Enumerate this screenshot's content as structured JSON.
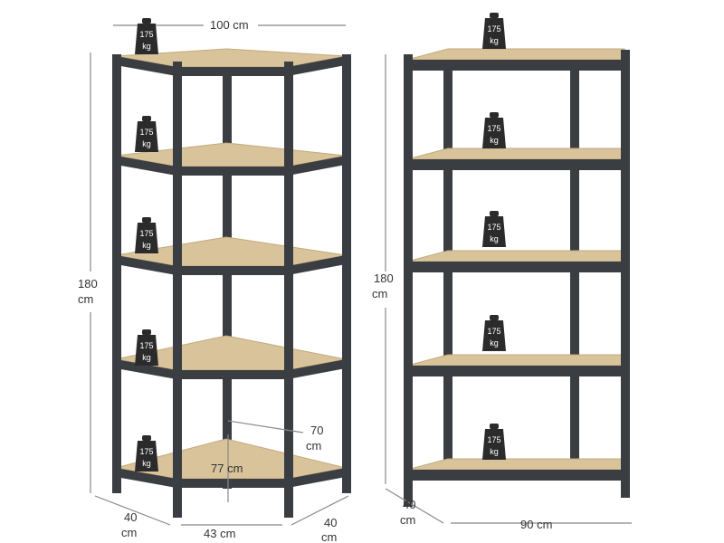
{
  "colors": {
    "frame": "#3a3d42",
    "board": "#d9c39a",
    "board_edge": "#c4aa7c",
    "weight": "#2b2b2b",
    "dimension_line": "#888888"
  },
  "weight_label": {
    "value": "175",
    "unit": "kg"
  },
  "corner_shelf": {
    "width_top": "100 cm",
    "height": [
      "180",
      "cm"
    ],
    "inner_depth": [
      "70",
      "cm"
    ],
    "diagonal": "77 cm",
    "depth_left": [
      "40",
      "cm"
    ],
    "front_width": "43 cm",
    "depth_right": [
      "40",
      "cm"
    ],
    "shelf_count": 5
  },
  "straight_shelf": {
    "height": [
      "180",
      "cm"
    ],
    "depth": [
      "40",
      "cm"
    ],
    "width": "90 cm",
    "shelf_count": 5
  }
}
